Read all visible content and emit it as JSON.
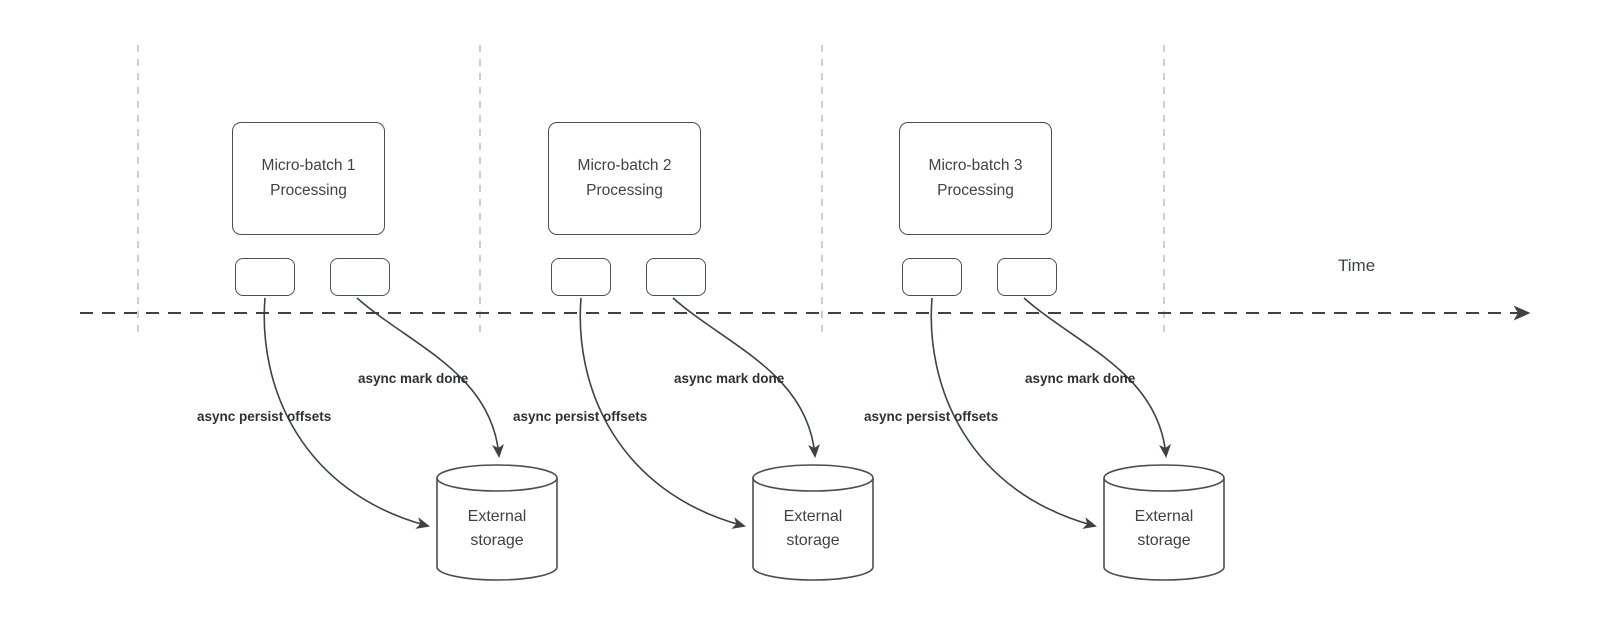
{
  "time_label": "Time",
  "colors": {
    "shape_stroke": "#4a4f55",
    "arrow_stroke": "#3d4247",
    "guide_stroke": "#bcbec0",
    "text": "#3e4349",
    "background": "#ffffff"
  },
  "groups": [
    {
      "title": "Micro-batch 1 Processing",
      "persist_label": "async persist offsets",
      "mark_done_label": "async mark done",
      "storage_label": "External storage"
    },
    {
      "title": "Micro-batch 2 Processing",
      "persist_label": "async persist offsets",
      "mark_done_label": "async mark done",
      "storage_label": "External storage"
    },
    {
      "title": "Micro-batch 3 Processing",
      "persist_label": "async persist offsets",
      "mark_done_label": "async mark done",
      "storage_label": "External storage"
    }
  ]
}
